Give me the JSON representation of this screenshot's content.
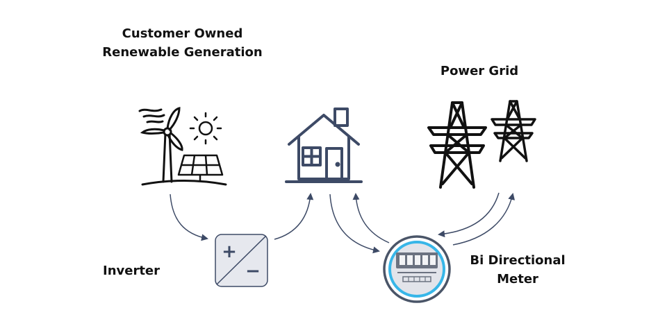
{
  "labels": {
    "generation_line1": "Customer Owned",
    "generation_line2": "Renewable Generation",
    "power_grid": "Power Grid",
    "inverter": "Inverter",
    "meter_line1": "Bi Directional",
    "meter_line2": "Meter"
  },
  "inverter_symbols": {
    "plus": "+",
    "minus": "−"
  },
  "icons": {
    "generation": [
      "wind-turbine-icon",
      "sun-icon",
      "solar-panel-icon"
    ],
    "home": "house-icon",
    "grid": "transmission-tower-icon",
    "inverter": "inverter-icon",
    "meter": "meter-icon"
  },
  "colors": {
    "text": "#111111",
    "arrow": "#3d4a66",
    "house": "#3d4a66",
    "meter_ring": "#37b6e8",
    "meter_body": "#e2e4ea",
    "inverter_fill": "#e6e8ee"
  }
}
